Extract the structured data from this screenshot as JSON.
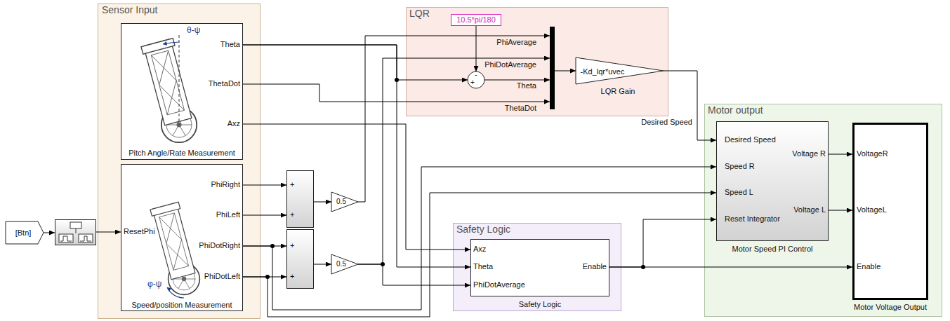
{
  "diagram": {
    "nodes": [
      {
        "text": [
          "Sensor Input"
        ]
      },
      {
        "text": [
          "Theta",
          "ThetaDot",
          "Axz",
          "Pitch Angle/Rate Measurement"
        ],
        "in": 0
      },
      {
        "text": [
          "ResetPhi",
          "PhiRight",
          "PhiLeft",
          "PhiDotRight",
          "PhiDotLeft",
          "Speed/position Measurement"
        ],
        "in": 0
      },
      {
        "text": [
          "LQR"
        ]
      },
      {
        "text": [
          "10.5*pi/180"
        ],
        "in": 3
      },
      {
        "text": [
          "-",
          "+"
        ],
        "in": 3
      },
      {
        "text": [],
        "in": 3
      },
      {
        "text": [
          "-Kd_lqr*uvec",
          "LQR Gain"
        ],
        "in": 3
      },
      {
        "text": [
          "Motor output"
        ]
      },
      {
        "text": [
          "Desired Speed",
          "Speed R",
          "Speed L",
          "Reset Integrator",
          "Voltage R",
          "Voltage L",
          "Motor Speed PI Control"
        ],
        "in": 8
      },
      {
        "text": [
          "VoltageR",
          "VoltageL",
          "Enable",
          "Motor Voltage Output"
        ],
        "in": 8
      },
      {
        "text": [
          "Safety Logic"
        ]
      },
      {
        "text": [
          "Axz",
          "Theta",
          "PhiDotAverage",
          "Enable",
          "Safety Logic"
        ],
        "in": 11
      },
      {
        "text": [
          "[Btn]"
        ]
      },
      {
        "text": []
      },
      {
        "text": [
          "+",
          "+"
        ]
      },
      {
        "text": [
          "0.5"
        ]
      },
      {
        "text": [
          "+",
          "+"
        ]
      },
      {
        "text": [
          "0.5"
        ]
      }
    ],
    "edges": [
      {
        "from": 13,
        "to": 14,
        "arrow": "to"
      },
      {
        "from": 14,
        "to": 2,
        "arrow": "to"
      },
      {
        "from": 2,
        "to": 15,
        "arrow": "to"
      },
      {
        "from": 2,
        "to": 15,
        "arrow": "to"
      },
      {
        "from": 15,
        "to": 16,
        "arrow": "to"
      },
      {
        "from": 16,
        "to": 6,
        "label": "PhiAverage",
        "arrow": "to"
      },
      {
        "from": 2,
        "to": 17,
        "arrow": "to"
      },
      {
        "from": 2,
        "to": 17,
        "arrow": "to"
      },
      {
        "from": 17,
        "to": 18,
        "arrow": "to"
      },
      {
        "from": 18,
        "to": 6,
        "label": "PhiDotAverage",
        "arrow": "to"
      },
      {
        "from": 18,
        "to": 12,
        "arrow": "to"
      },
      {
        "from": 1,
        "to": 5,
        "arrow": "to"
      },
      {
        "from": 1,
        "to": 12,
        "arrow": "to"
      },
      {
        "from": 4,
        "to": 5,
        "arrow": "to"
      },
      {
        "from": 5,
        "to": 6,
        "label": "Theta",
        "arrow": "to"
      },
      {
        "from": 1,
        "to": 6,
        "label": "ThetaDot",
        "arrow": "to"
      },
      {
        "from": 1,
        "to": 12,
        "arrow": "to"
      },
      {
        "from": 6,
        "to": 7,
        "arrow": "to"
      },
      {
        "from": 7,
        "to": 9,
        "label": "Desired Speed",
        "arrow": "to"
      },
      {
        "from": 2,
        "to": 9,
        "arrow": "to"
      },
      {
        "from": 2,
        "to": 9,
        "arrow": "to"
      },
      {
        "from": 12,
        "to": 9,
        "arrow": "to"
      },
      {
        "from": 12,
        "to": 10,
        "arrow": "to"
      },
      {
        "from": 9,
        "to": 10,
        "arrow": "to"
      },
      {
        "from": 9,
        "to": 10,
        "arrow": "to"
      }
    ],
    "labels": [
      "θ-ψ",
      "φ-ψ"
    ]
  }
}
